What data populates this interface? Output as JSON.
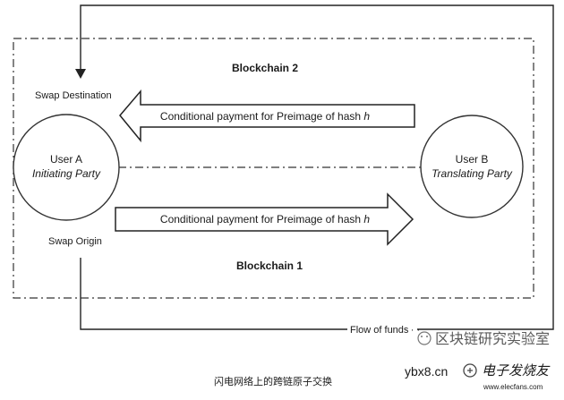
{
  "diagram": {
    "blockchain_top_label": "Blockchain 2",
    "blockchain_bottom_label": "Blockchain 1",
    "user_a": {
      "name": "User A",
      "role": "Initiating Party",
      "swap_destination": "Swap Destination",
      "swap_origin": "Swap Origin"
    },
    "user_b": {
      "name": "User B",
      "role": "Translating Party"
    },
    "arrows": {
      "top_text": "Conditional payment for Preimage of hash ",
      "bottom_text": "Conditional payment for Preimage of hash ",
      "hash_symbol": "h"
    },
    "flow_label": "Flow of funds"
  },
  "caption": "闪电网络上的跨链原子交换",
  "watermarks": {
    "wechat": "区块链研究实验室",
    "site": "ybx8.cn",
    "elecfans_cn": "电子发烧友",
    "elecfans_url": "www.elecfans.com"
  },
  "colors": {
    "stroke": "#222222",
    "text": "#1a1a1a",
    "background": "#ffffff"
  }
}
